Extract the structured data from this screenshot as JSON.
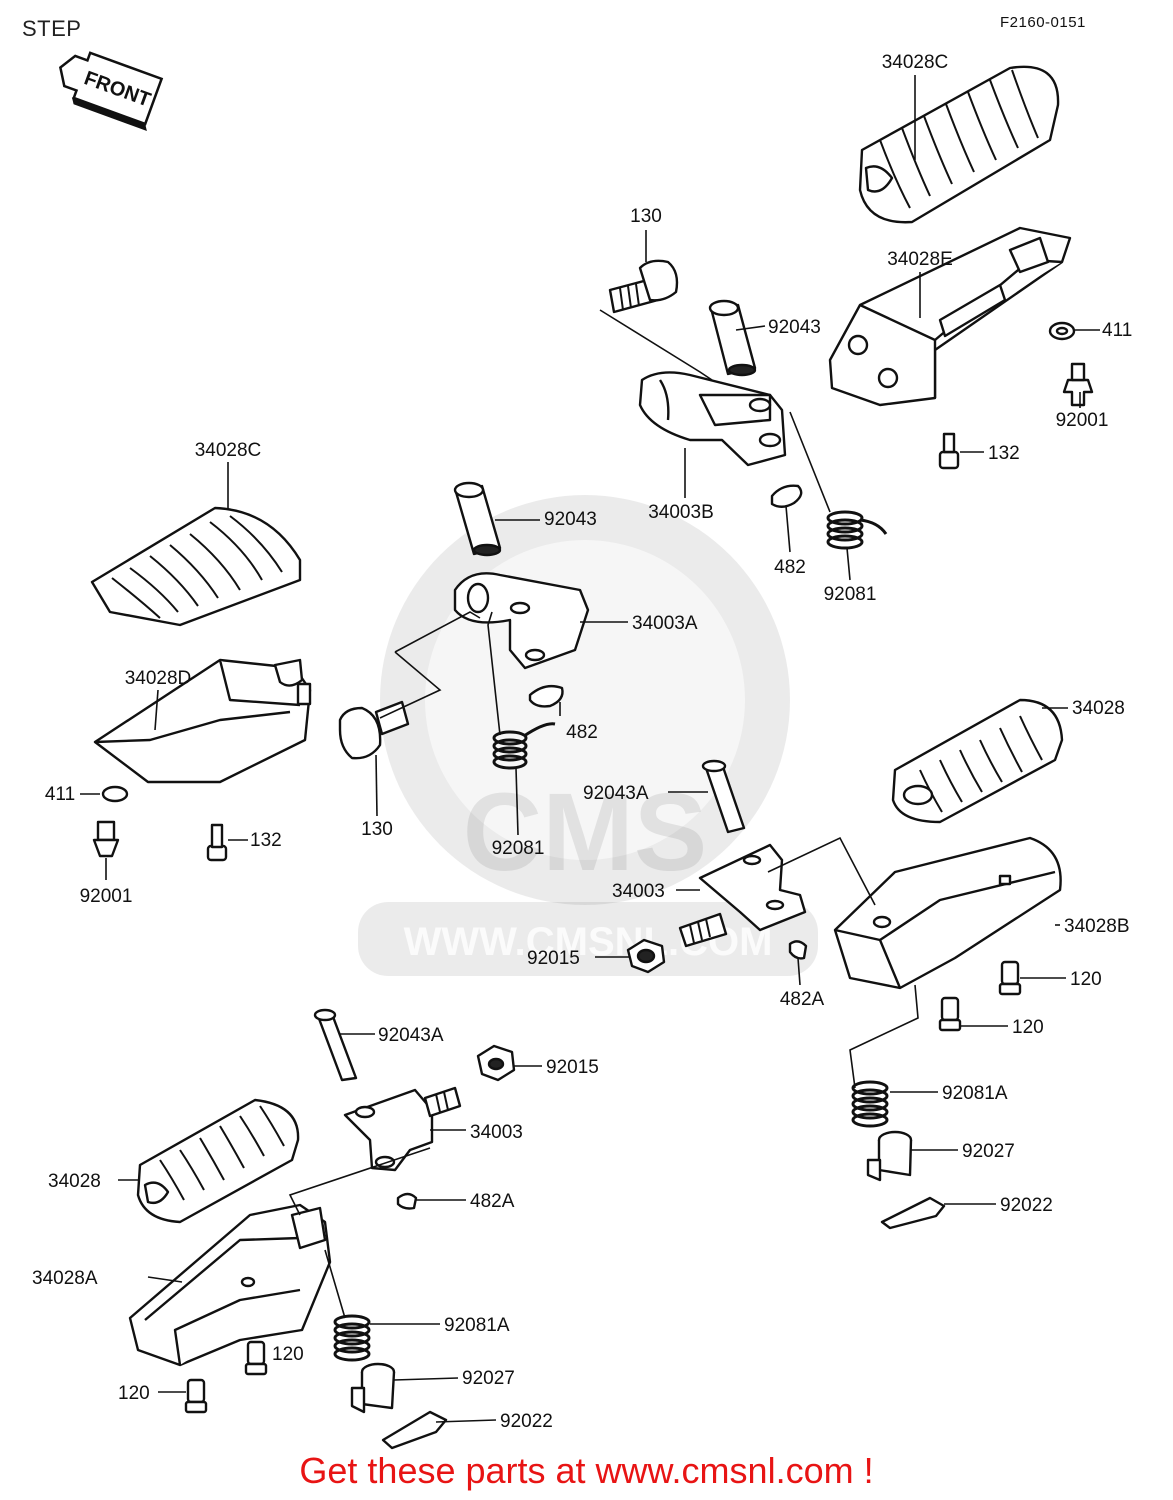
{
  "header": {
    "title": "STEP",
    "drawing_code": "F2160-0151"
  },
  "front_arrow": {
    "label": "FRONT"
  },
  "watermark": {
    "logo_text": "CMS",
    "url_text": "WWW.CMSNL.COM"
  },
  "callouts": {
    "p34028C_top": "34028C",
    "p34028E": "34028E",
    "p130_top": "130",
    "p92043_top": "92043",
    "p411_right": "411",
    "p92001_right": "92001",
    "p132_right": "132",
    "p34003B": "34003B",
    "p482_top": "482",
    "p92081_top": "92081",
    "p34028C_left": "34028C",
    "p92043_mid": "92043",
    "p34003A": "34003A",
    "p34028D": "34028D",
    "p482_mid": "482",
    "p411_left": "411",
    "p92001_left": "92001",
    "p132_left": "132",
    "p130_mid": "130",
    "p92081_mid": "92081",
    "p34028_right": "34028",
    "p92043A_mid": "92043A",
    "p34003_mid": "34003",
    "p34028B": "34028B",
    "p92015_mid": "92015",
    "p482A_mid": "482A",
    "p120_r1": "120",
    "p120_r2": "120",
    "p92081A_right": "92081A",
    "p92027_right": "92027",
    "p92022_right": "92022",
    "p92043A_low": "92043A",
    "p92015_low": "92015",
    "p34003_low": "34003",
    "p34028_left": "34028",
    "p482A_low": "482A",
    "p34028A": "34028A",
    "p92081A_low": "92081A",
    "p120_l1": "120",
    "p120_l2": "120",
    "p92027_low": "92027",
    "p92022_low": "92022"
  },
  "footer": {
    "text": "Get these parts at www.cmsnl.com !",
    "color": "#e81414"
  }
}
